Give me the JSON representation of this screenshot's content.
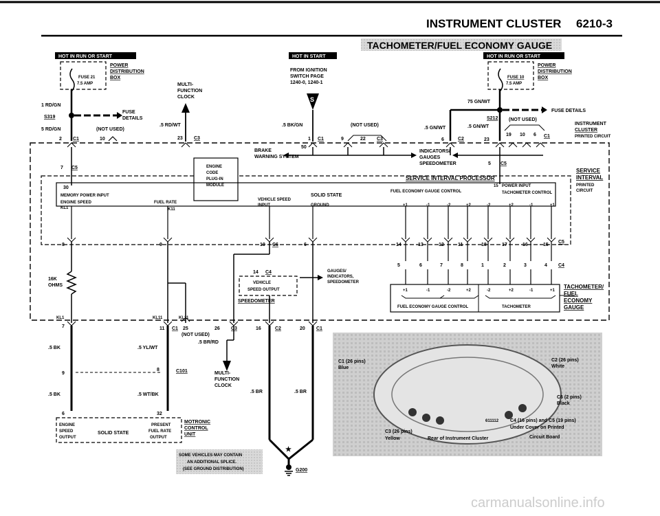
{
  "header": {
    "title": "INSTRUMENT CLUSTER",
    "page": "6210-3",
    "subtitle": "TACHOMETER/FUEL ECONOMY GAUGE"
  },
  "badges": {
    "left": "HOT IN RUN OR START",
    "middle": "HOT IN START",
    "right": "HOT IN RUN OR START"
  },
  "power_left": {
    "fuse": "FUSE 21",
    "amp": "7.5 AMP",
    "dist": [
      "POWER",
      "DISTRIBUTION",
      "BOX"
    ],
    "wire1": "1 RD/GN",
    "splice": "S319",
    "fuse_details": [
      "FUSE",
      "DETAILS"
    ],
    "wire2": "5 RD/GN",
    "not_used": "(NOT USED)",
    "conn_pin": "2",
    "conn": "C1",
    "pin10": "10"
  },
  "multifunction_top": {
    "label": [
      "MULTI-",
      "FUNCTION",
      "CLOCK"
    ],
    "wire": ".5 RD/WT",
    "pin": "23",
    "conn": "C3"
  },
  "ignition": {
    "label": [
      "FROM IGNITION",
      "SWITCH PAGE",
      "1240-0, 1240-1"
    ],
    "s": "S",
    "wire": ".5 BK/GN",
    "pin": "1",
    "conn": "C1",
    "pin50": "50"
  },
  "not_used_mid": {
    "label": "(NOT USED)",
    "pin9": "9",
    "pin22": "22",
    "conn": "C3"
  },
  "power_right": {
    "fuse": "FUSE 10",
    "amp": "7.5 AMP",
    "dist": [
      "POWER",
      "DISTRIBUTION",
      "BOX"
    ],
    "wire1": "75 GN/WT",
    "splice": "S212",
    "fuse_details": "FUSE DETAILS",
    "wire2": ".5 GN/WT",
    "wire3": ".5 GN/WT",
    "not_used": "(NOT USED)",
    "pin6": "6",
    "c2": "C2",
    "pin23": "23",
    "pins": [
      "19",
      "10",
      "6"
    ],
    "c1": "C1"
  },
  "cluster_label": [
    "INSTRUMENT",
    "CLUSTER",
    "PRINTED CIRCUIT"
  ],
  "brake": [
    "BRAKE",
    "WARNING SYSTEM"
  ],
  "indicators": [
    "INDICATORS/",
    "GAUGES",
    "SPEEDOMETER"
  ],
  "c5_top": {
    "pin": "5",
    "conn": "C5"
  },
  "c5_left": {
    "pin": "7",
    "conn": "C5"
  },
  "engine_module": [
    "ENGINE",
    "CODE",
    "PLUG-IN",
    "MODULE"
  ],
  "sip": "SERVICE INTERVAL PROCESSOR",
  "service_interval": [
    "SERVICE",
    "INTERVAL"
  ],
  "printed_circuit": [
    "PRINTED",
    "CIRCUIT"
  ],
  "processor": {
    "p30": "30",
    "mem": "MEMORY POWER INPUT",
    "engine_speed": "ENGINE SPEED",
    "kl1": "KL1",
    "fuel_rate": "FUEL RATE",
    "k11": "K11",
    "vehicle_speed": "VEHICLE SPEED",
    "input": "INPUT",
    "solid_state": "SOLID STATE",
    "ground": "GROUND",
    "fecg": "FUEL ECONOMY GAUGE CONTROL",
    "p15": "15",
    "power_input": "POWER INPUT",
    "tach_control": "TACHOMETER CONTROL",
    "signs": [
      "+1",
      "-1",
      "-2",
      "+2",
      "-2",
      "+2",
      "-1",
      "+1"
    ]
  },
  "mid_pins": {
    "p8": "8",
    "p9": "9",
    "p10": "10",
    "c6": "C6",
    "p6": "6",
    "row1": [
      "14",
      "13",
      "12",
      "11",
      "18",
      "17",
      "16",
      "15"
    ],
    "c5": "C5",
    "row2": [
      "5",
      "6",
      "7",
      "8",
      "1",
      "2",
      "3",
      "4"
    ],
    "c4": "C4"
  },
  "resistor": [
    "16K",
    "OHMS"
  ],
  "vso": {
    "pin": "14",
    "conn": "C4",
    "label": [
      "VEHICLE",
      "SPEED OUTPUT"
    ],
    "title": "SPEEDOMETER",
    "gauges": [
      "GAUGES/",
      "INDICATORS,",
      "SPEEDOMETER"
    ]
  },
  "gauge_box": {
    "signs": [
      "+1",
      "-1",
      "-2",
      "+2",
      "-2",
      "+2",
      "-1",
      "+1"
    ],
    "left": "FUEL ECONOMY GAUGE CONTROL",
    "right": "TACHOMETER"
  },
  "tach_fuel": [
    "TACHOMETER/",
    "FUEL",
    "ECONOMY",
    "GAUGE"
  ],
  "bottom_conn": {
    "kl1": "KL1",
    "p7": "7",
    "kl11a": "KL11",
    "kl11b": "KL11",
    "p11": "11",
    "c1": "C1",
    "p25": "25",
    "not_used": "(NOT USED)",
    "p26": "26",
    "c3": "C3",
    "p16": "16",
    "c2": "C2",
    "p20": "20",
    "c1b": "C1"
  },
  "lower": {
    "w5bk": ".5 BK",
    "w5ylwt": ".5 YL/WT",
    "w5brrd": ".5 BR/RD",
    "p9": "9",
    "p8": "8",
    "c101": "C101",
    "mfc": [
      "MULTI-",
      "FUNCTION",
      "CLOCK"
    ],
    "w5bk2": ".5 BK",
    "w5wtbk": ".5 WT/BK",
    "w5br1": ".5 BR",
    "w5br2": ".5 BR",
    "p6": "6",
    "p32": "32"
  },
  "motronic": {
    "left": [
      "ENGINE",
      "SPEED",
      "OUTPUT"
    ],
    "solid_state": "SOLID STATE",
    "right": [
      "PRESENT",
      "FUEL RATE",
      "OUTPUT"
    ],
    "label": [
      "MOTRONIC",
      "CONTROL",
      "UNIT"
    ]
  },
  "note": [
    "SOME VEHICLES MAY CONTAIN",
    "AN ADDITIONAL SPLICE.",
    "(SEE GROUND DISTRIBUTION)"
  ],
  "ground": "G200",
  "photo": {
    "c1": [
      "C1 (26 pins)",
      "Blue"
    ],
    "c2": [
      "C2 (26 pins)",
      "White"
    ],
    "c6": [
      "C6 (2 pins)",
      "Black"
    ],
    "code": "611112",
    "c4c5": [
      "C4 (16 pins) and C5 (19 pins)",
      "Under Cover on Printed",
      "Circuit Board"
    ],
    "c3": [
      "C3 (26 pins)",
      "Yellow"
    ],
    "rear": "Rear of Instrument Cluster"
  },
  "watermark": "carmanualsonline.info"
}
